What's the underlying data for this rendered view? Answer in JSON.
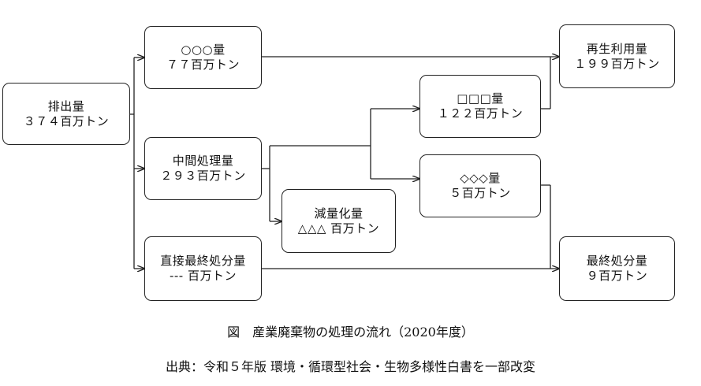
{
  "nodes": {
    "emission": {
      "label": "排出量",
      "value": "３７４百万トン"
    },
    "circle": {
      "label": "○○○量",
      "value": "７７百万トン"
    },
    "intermediate": {
      "label": "中間処理量",
      "value": "２９３百万トン"
    },
    "direct": {
      "label": "直接最終処分量",
      "value": "--- 百万トン"
    },
    "reduction": {
      "label": "減量化量",
      "value": "△△△ 百万トン"
    },
    "square": {
      "label": "□□□量",
      "value": "１２２百万トン"
    },
    "diamond": {
      "label": "◇◇◇量",
      "value": "５百万トン"
    },
    "recycling": {
      "label": "再生利用量",
      "value": "１９９百万トン"
    },
    "final": {
      "label": "最終処分量",
      "value": "９百万トン"
    }
  },
  "caption": {
    "title": "図　産業廃棄物の処理の流れ（2020年度）",
    "source": "出典：令和５年版 環境・循環型社会・生物多様性白書を一部改変"
  }
}
